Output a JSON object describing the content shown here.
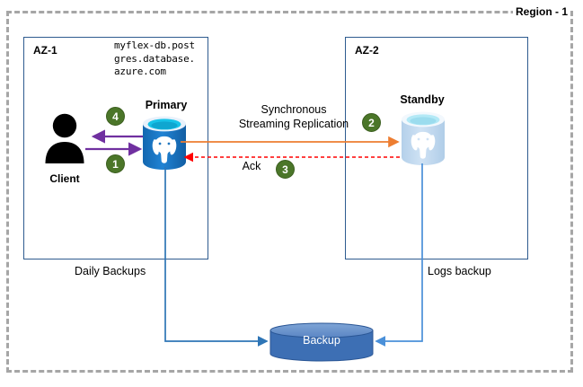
{
  "region": {
    "label": "Region - 1"
  },
  "zones": [
    {
      "id": "az1",
      "label": "AZ-1"
    },
    {
      "id": "az2",
      "label": "AZ-2"
    }
  ],
  "endpoint": {
    "dns": "myflex-db.postgres.database.azure.com"
  },
  "nodes": {
    "client": {
      "label": "Client",
      "icon": "user-icon"
    },
    "primary": {
      "label": "Primary",
      "icon": "postgres-database-icon"
    },
    "standby": {
      "label": "Standby",
      "icon": "postgres-database-icon"
    },
    "backup": {
      "label": "Backup",
      "icon": "cylinder-storage-icon"
    }
  },
  "flows": {
    "replication_label": "Synchronous\nStreaming Replication",
    "replication_label_line1": "Synchronous",
    "replication_label_line2": "Streaming Replication",
    "ack_label": "Ack",
    "daily_backups_label": "Daily Backups",
    "logs_backup_label": "Logs backup"
  },
  "steps": [
    {
      "number": "1",
      "meaning": "client-write-to-primary"
    },
    {
      "number": "2",
      "meaning": "primary-streams-to-standby"
    },
    {
      "number": "3",
      "meaning": "standby-acknowledges"
    },
    {
      "number": "4",
      "meaning": "primary-responds-to-client"
    }
  ],
  "colors": {
    "region_border": "#a6a6a6",
    "az_border": "#2e5b8f",
    "client_arrow": "#7030a0",
    "replication_arrow": "#ed7d31",
    "ack_arrow": "#ff0000",
    "backup_line": "#2e75b6",
    "badge_fill": "#4b7629",
    "primary_db": "#1f76bf",
    "standby_db": "#c3daf0",
    "backup_fill": "#3d6fb4"
  }
}
